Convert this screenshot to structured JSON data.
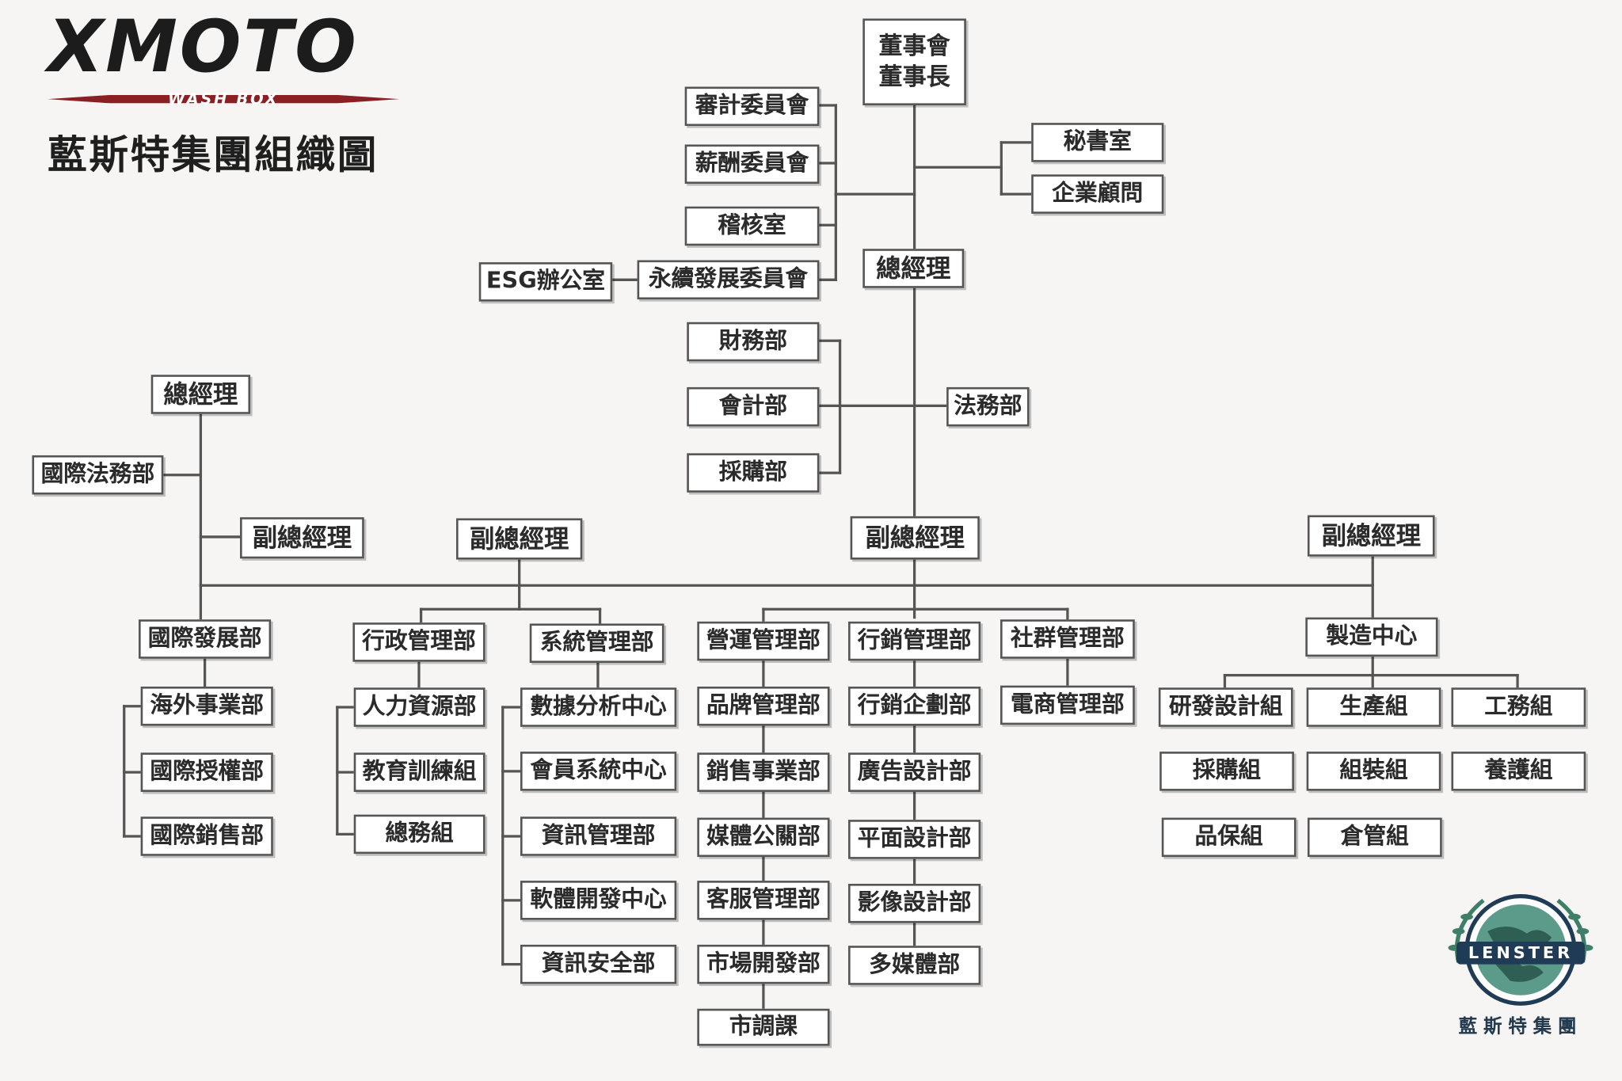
{
  "header": {
    "brand": "XMOTO",
    "brand_sub": "WASH BOX",
    "title": "藍斯特集團組織圖"
  },
  "colors": {
    "line": "#555555",
    "node_border": "#555555",
    "brand_red": "#8a1f24",
    "seal_blue": "#1f3b55",
    "seal_green": "#3f7f6a"
  },
  "seal": {
    "ribbon": "LENSTER",
    "name": "藍斯特集團",
    "icon": "globe-laurel-emblem"
  },
  "nodes": {
    "board": [
      "董事會",
      "董事長"
    ],
    "audit_committee": "審計委員會",
    "compensation_committee": "薪酬委員會",
    "internal_audit": "稽核室",
    "secretary": "秘書室",
    "consultant": "企業顧問",
    "esg_office": "ESG辦公室",
    "sustainability_committee": "永續發展委員會",
    "gm_main": "總經理",
    "finance": "財務部",
    "accounting": "會計部",
    "procurement": "採購部",
    "legal": "法務部",
    "gm_intl": "總經理",
    "intl_legal": "國際法務部",
    "vp_intl": "副總經理",
    "vp_admin": "副總經理",
    "vp_ops": "副總經理",
    "vp_mfg": "副總經理",
    "intl_dev": "國際發展部",
    "overseas": "海外事業部",
    "intl_license": "國際授權部",
    "intl_sales": "國際銷售部",
    "admin_mgmt": "行政管理部",
    "hr": "人力資源部",
    "training": "教育訓練組",
    "general_affairs": "總務組",
    "sys_mgmt": "系統管理部",
    "data_center": "數據分析中心",
    "member_center": "會員系統中心",
    "info_mgmt": "資訊管理部",
    "software_center": "軟體開發中心",
    "info_security": "資訊安全部",
    "operations": "營運管理部",
    "brand_mgmt": "品牌管理部",
    "sales_business": "銷售事業部",
    "media_pr": "媒體公關部",
    "customer_service": "客服管理部",
    "market_dev": "市場開發部",
    "market_research": "市調課",
    "marketing_mgmt": "行銷管理部",
    "marketing_plan": "行銷企劃部",
    "ad_design": "廣告設計部",
    "graphic_design": "平面設計部",
    "video_design": "影像設計部",
    "multimedia": "多媒體部",
    "community_mgmt": "社群管理部",
    "ecommerce": "電商管理部",
    "mfg_center": "製造中心",
    "rnd_design": "研發設計組",
    "production": "生產組",
    "engineering": "工務組",
    "purchasing_team": "採購組",
    "assembly": "組裝組",
    "maintenance": "養護組",
    "qa": "品保組",
    "warehouse": "倉管組"
  }
}
